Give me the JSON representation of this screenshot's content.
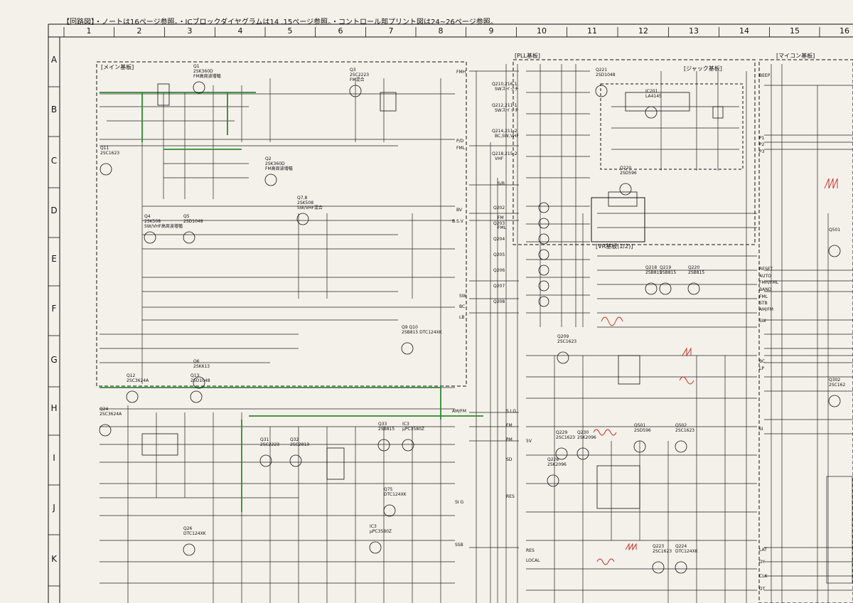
{
  "header": {
    "note": "【回路図】・ノートは16ページ参照。・ICブロックダイヤグラムは14 .15ページ参照。・コントロール部プリント図は24~26ページ参照。"
  },
  "grid": {
    "columns": [
      "1",
      "2",
      "3",
      "4",
      "5",
      "6",
      "7",
      "8",
      "9",
      "10",
      "11",
      "12",
      "13",
      "14",
      "15",
      "16"
    ],
    "rows": [
      "A",
      "B",
      "C",
      "D",
      "E",
      "F",
      "G",
      "H",
      "I",
      "J",
      "K"
    ]
  },
  "boards": {
    "main": "[メイン基板]",
    "pll": "[PLL基板]",
    "jack": "[ジャック基板]",
    "micom": "[マイコン基板]",
    "vr": "[VR基板(1/2)]"
  },
  "components": [
    {
      "id": "q1",
      "name": "Q1",
      "part": "2SK360D",
      "role": "FM高周波増幅"
    },
    {
      "id": "q2",
      "name": "Q2",
      "part": "2SK360D",
      "role": "FM高周波増幅"
    },
    {
      "id": "q3",
      "name": "Q3",
      "part": "2SC2223",
      "role": "FM混合"
    },
    {
      "id": "q4",
      "name": "Q4",
      "part": "2SK508",
      "role": "SW/VHF高周波増幅"
    },
    {
      "id": "q5",
      "name": "Q5",
      "part": "2SD1048",
      "role": ""
    },
    {
      "id": "q78",
      "name": "Q7,8",
      "part": "2SK508",
      "role": "SW/VHF混合"
    },
    {
      "id": "q910",
      "name": "Q9 Q10",
      "part": "2SB815 DTC124XK",
      "role": ""
    },
    {
      "id": "q11",
      "name": "Q11",
      "part": "2SC1623",
      "role": ""
    },
    {
      "id": "q12",
      "name": "Q12",
      "part": "2SC3624A",
      "role": ""
    },
    {
      "id": "q13",
      "name": "Q13",
      "part": "2SD1048",
      "role": ""
    },
    {
      "id": "q6",
      "name": "Q6",
      "part": "2SK613",
      "role": ""
    },
    {
      "id": "q24",
      "name": "Q24",
      "part": "2SC3624A",
      "role": ""
    },
    {
      "id": "q26",
      "name": "Q26",
      "part": "DTC124XK",
      "role": ""
    },
    {
      "id": "q31",
      "name": "Q31",
      "part": "2SC2223",
      "role": ""
    },
    {
      "id": "q32",
      "name": "Q32",
      "part": "2SC2813",
      "role": ""
    },
    {
      "id": "q33",
      "name": "Q33",
      "part": "2SB815",
      "role": ""
    },
    {
      "id": "ic3a",
      "name": "IC3",
      "part": "μPC3580Z",
      "role": ""
    },
    {
      "id": "ic3b",
      "name": "IC3",
      "part": "μPC3580Z",
      "role": ""
    },
    {
      "id": "q75",
      "name": "Q75",
      "part": "DTC124XK",
      "role": ""
    },
    {
      "id": "ic201",
      "name": "IC201",
      "part": "LA4145",
      "role": ""
    },
    {
      "id": "q221",
      "name": "Q221",
      "part": "2SD1048",
      "role": ""
    },
    {
      "id": "q220",
      "name": "Q220",
      "part": "2SD596",
      "role": ""
    },
    {
      "id": "q209",
      "name": "Q209",
      "part": "2SC1623",
      "role": ""
    },
    {
      "id": "q218",
      "name": "Q218",
      "part": "2SB815",
      "role": ""
    },
    {
      "id": "q219",
      "name": "Q219",
      "part": "2SB815",
      "role": ""
    },
    {
      "id": "q220b",
      "name": "Q220",
      "part": "2SB815",
      "role": ""
    },
    {
      "id": "q229",
      "name": "Q229",
      "part": "2SC1623",
      "role": ""
    },
    {
      "id": "q230",
      "name": "Q230",
      "part": "2SK2096",
      "role": ""
    },
    {
      "id": "q228",
      "name": "Q228",
      "part": "2SK2096",
      "role": ""
    },
    {
      "id": "q501",
      "name": "Q501",
      "part": "2SD596",
      "role": ""
    },
    {
      "id": "q502",
      "name": "Q502",
      "part": "2SC1623",
      "role": ""
    },
    {
      "id": "q501b",
      "name": "Q501",
      "part": "",
      "role": ""
    },
    {
      "id": "q302",
      "name": "Q302",
      "part": "2SC162",
      "role": ""
    },
    {
      "id": "q223",
      "name": "Q223",
      "part": "2SC1623",
      "role": ""
    },
    {
      "id": "q224",
      "name": "Q224",
      "part": "DTC124XK",
      "role": ""
    }
  ],
  "pll_groups": [
    {
      "id": "q210",
      "name": "Q210,216-1",
      "role": "SWスイッチ"
    },
    {
      "id": "q212",
      "name": "Q212,211-1",
      "role": "SWスイッチ"
    },
    {
      "id": "q214",
      "name": "Q214,211-2",
      "role": "BC,SW,VHF"
    },
    {
      "id": "q218g",
      "name": "Q218,215-2",
      "role": "VHF"
    }
  ],
  "pll_column": [
    "Q202",
    "Q203",
    "Q204",
    "Q205",
    "Q206",
    "Q207",
    "Q208"
  ],
  "connector_signals": [
    "FMH",
    "P/D",
    "FML",
    "BV",
    "B.S.V",
    "S/B",
    "FM",
    "FML",
    "AM/FM",
    "SW",
    "BC",
    "LB",
    "S I G",
    "FM",
    "PM",
    "SD",
    "RES",
    "SSB",
    "LOCAL",
    "RES",
    "SI G",
    "5V"
  ],
  "micom_signals": [
    "BEEP",
    "P1",
    "P2",
    "P3",
    "RESET",
    "AUTO",
    "FMH/FML",
    "BAND",
    "FML",
    "STB",
    "AM/FM",
    "SW",
    "BC",
    "LP",
    "SI",
    "LAT",
    "DY",
    "CLK",
    "DT"
  ]
}
